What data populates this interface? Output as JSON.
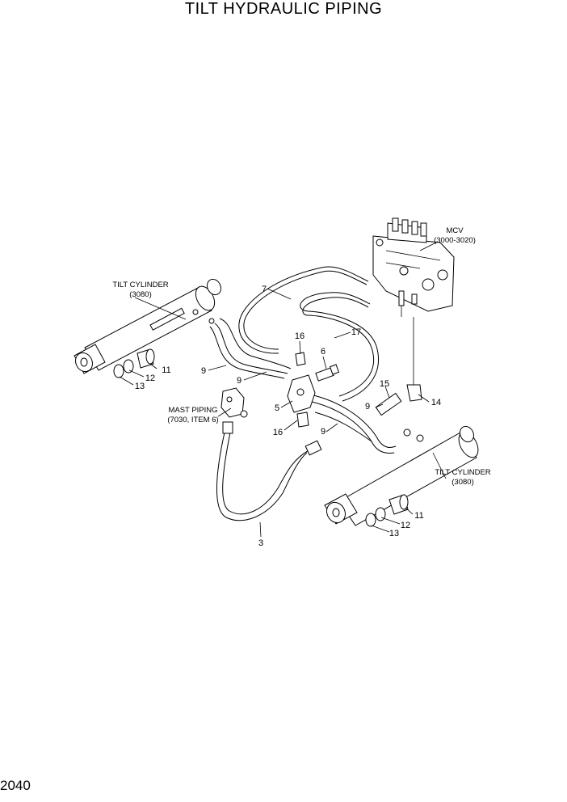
{
  "title": "TILT HYDRAULIC PIPING",
  "page_number": "2040",
  "captions": {
    "tilt_cylinder_upper": {
      "name": "TILT CYLINDER",
      "ref": "(3080)"
    },
    "tilt_cylinder_lower": {
      "name": "TILT CYLINDER",
      "ref": "(3080)"
    },
    "mcv": {
      "name": "MCV",
      "ref": "(3000-3020)"
    },
    "mast_piping": {
      "name": "MAST PIPING",
      "ref": "(7030, ITEM 6)"
    }
  },
  "callouts": {
    "c3": "3",
    "c5": "5",
    "c6": "6",
    "c7": "7",
    "c9a": "9",
    "c9b": "9",
    "c9c": "9",
    "c9d": "9",
    "c11a": "11",
    "c11b": "11",
    "c12a": "12",
    "c12b": "12",
    "c13a": "13",
    "c13b": "13",
    "c14": "14",
    "c15": "15",
    "c16a": "16",
    "c16b": "16",
    "c17": "17"
  }
}
